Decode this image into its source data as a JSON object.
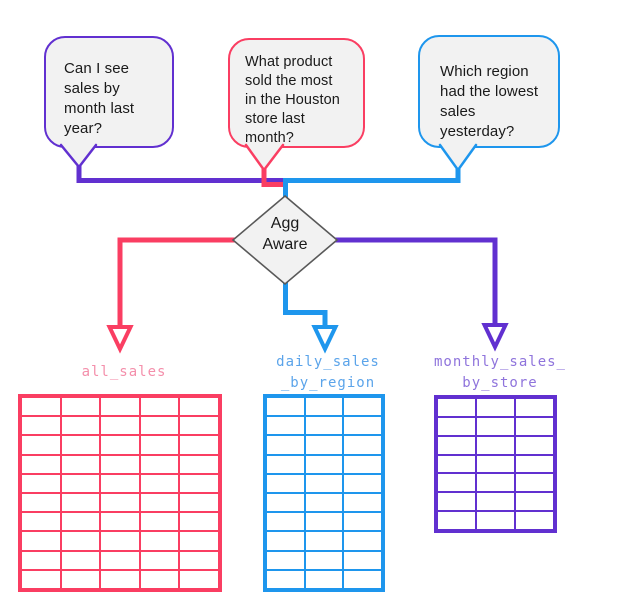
{
  "colors": {
    "purple": "#6130d0",
    "pink": "#fa3e62",
    "blue": "#1e96ed",
    "pink_light": "#f48fab",
    "blue_light": "#5ba4ea",
    "purple_light": "#8f74dc",
    "gray_border": "#595959",
    "bubble_fill": "#f2f2f2",
    "text_dark": "#1a1a1a",
    "white": "#ffffff"
  },
  "bubbles": [
    {
      "id": "purple-question",
      "accent": "#6130d0",
      "text": "Can I see\nsales by\nmonth last\nyear?"
    },
    {
      "id": "pink-question",
      "accent": "#fa3e62",
      "text": "What product\nsold the most\nin the Houston\nstore last\nmonth?"
    },
    {
      "id": "blue-question",
      "accent": "#1e96ed",
      "text": "Which region\nhad the lowest\nsales\nyesterday?"
    }
  ],
  "decision": {
    "label": "Agg\nAware"
  },
  "tables": [
    {
      "label": "all_sales",
      "rows": 10,
      "cols": 5,
      "color": "#fa3e62",
      "label_color": "#f48fab"
    },
    {
      "label": "daily_sales\n_by_region",
      "rows": 10,
      "cols": 3,
      "color": "#1e96ed",
      "label_color": "#5ba4ea"
    },
    {
      "label": "monthly_sales_\nby_store",
      "rows": 7,
      "cols": 3,
      "color": "#6130d0",
      "label_color": "#8f74dc"
    }
  ]
}
